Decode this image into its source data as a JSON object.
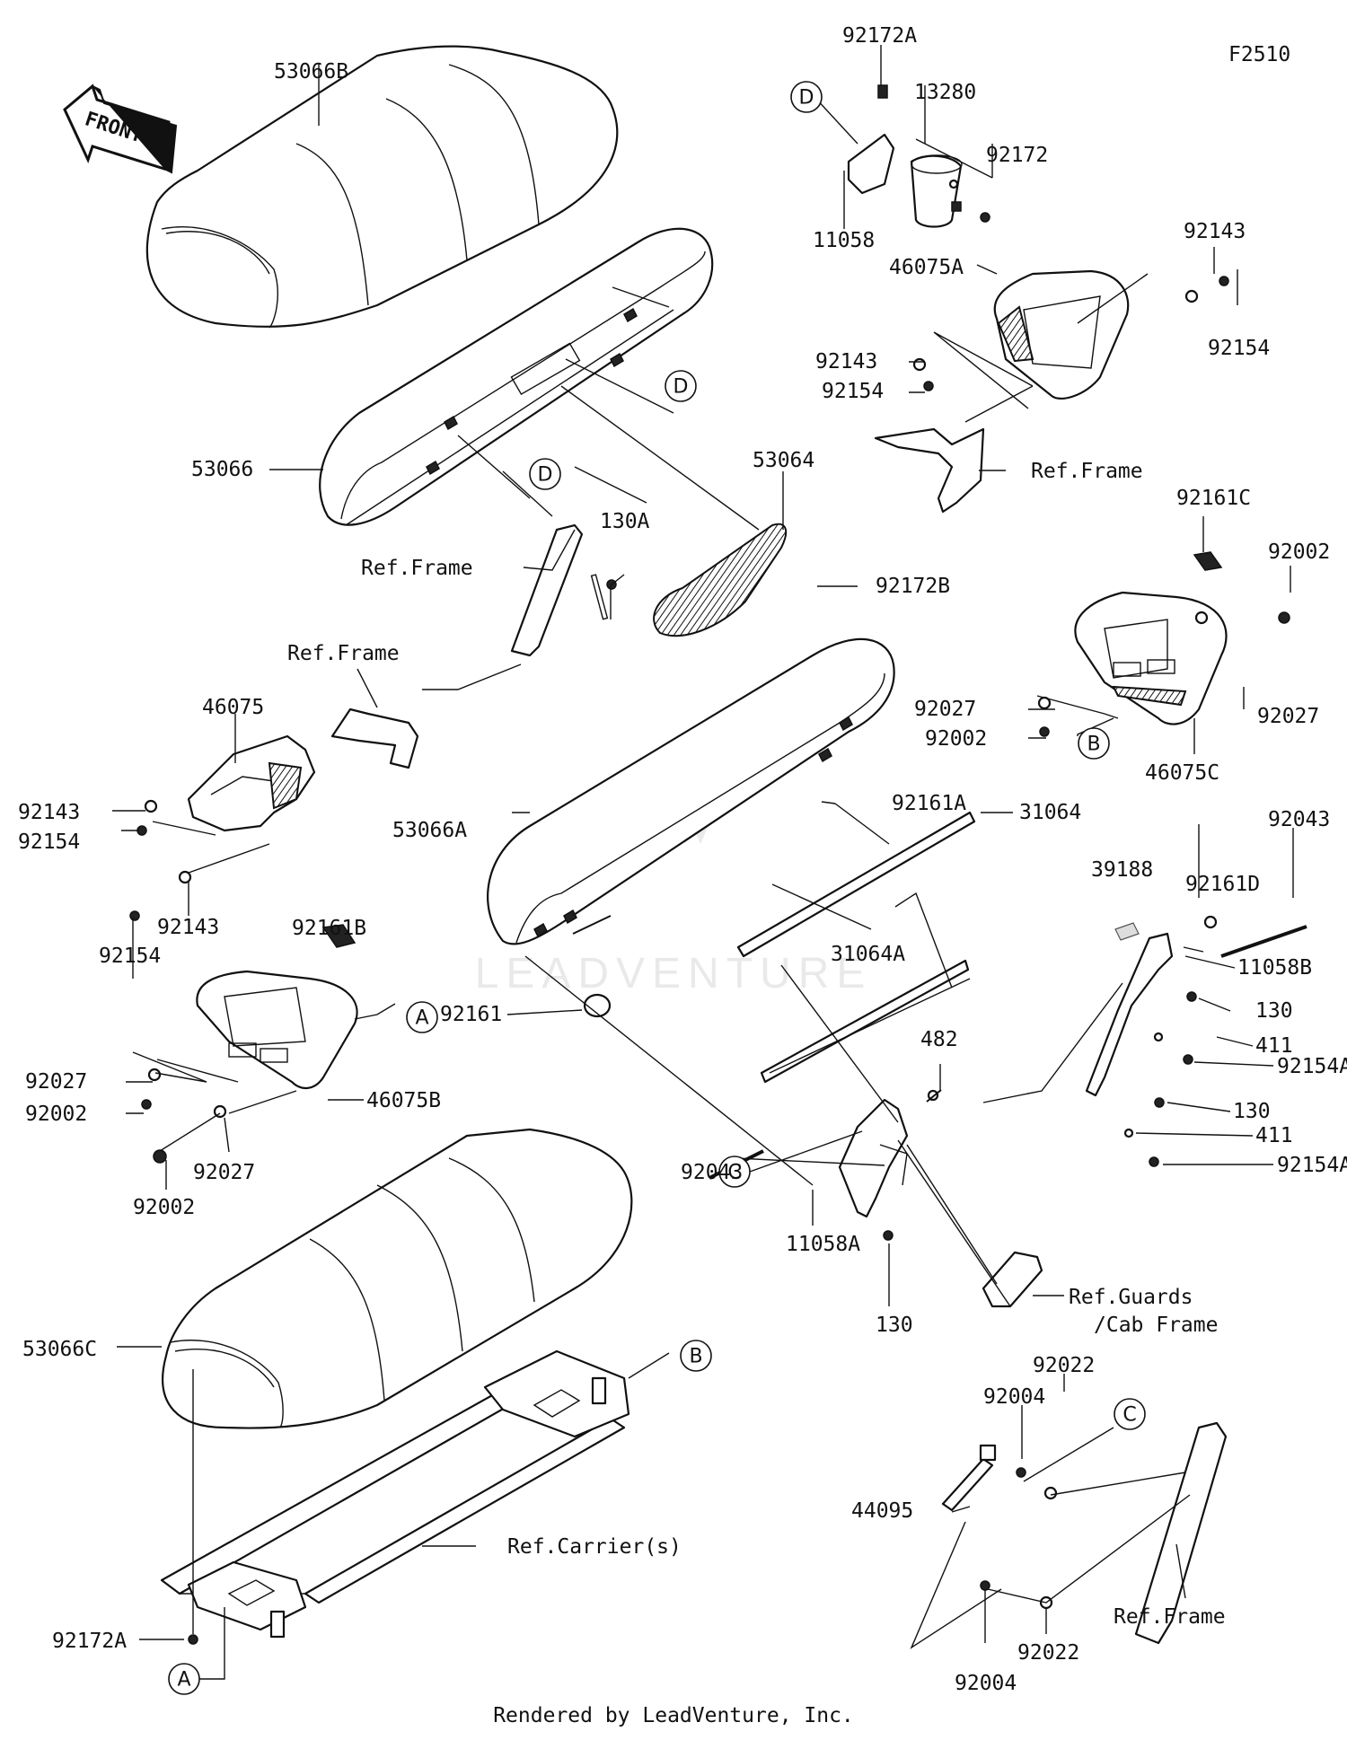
{
  "diagram": {
    "id": "F2510",
    "front_arrow": "FRONT",
    "footer": "Rendered by LeadVenture, Inc.",
    "watermark": "LEADVENTURE"
  },
  "labels": {
    "p53066B": "53066B",
    "p92172A_top": "92172A",
    "p13280": "13280",
    "p92172": "92172",
    "p11058": "11058",
    "p92143_r1": "92143",
    "p92154_r1": "92154",
    "p46075A": "46075A",
    "p92143_r2": "92143",
    "p92154_r2": "92154",
    "ref_frame_1": "Ref.Frame",
    "p53066": "53066",
    "p53064": "53064",
    "ref_frame_2": "Ref.Frame",
    "p130A": "130A",
    "p92172B": "92172B",
    "p92161C": "92161C",
    "p92002_r": "92002",
    "p92027_r": "92027",
    "p92027_r2": "92027",
    "p92002_r2": "92002",
    "p46075C": "46075C",
    "ref_frame_3": "Ref.Frame",
    "p46075": "46075",
    "p92143_l1": "92143",
    "p92154_l1": "92154",
    "p92143_l2": "92143",
    "p92154_l2": "92154",
    "p53066A": "53066A",
    "p92161A": "92161A",
    "p31064": "31064",
    "p92043_r": "92043",
    "p39188": "39188",
    "p92161D": "92161D",
    "p92161B": "92161B",
    "p11058B": "11058B",
    "p130_1": "130",
    "p31064A": "31064A",
    "p92161": "92161",
    "p411_1": "411",
    "p92154A_1": "92154A",
    "p482": "482",
    "p130_2": "130",
    "p411_2": "411",
    "p92154A_2": "92154A",
    "p92027_l1": "92027",
    "p92002_l1": "92002",
    "p46075B": "46075B",
    "p92027_l2": "92027",
    "p92002_l2": "92002",
    "p92043_l": "92043",
    "p11058A": "11058A",
    "p130_3": "130",
    "ref_guards": "Ref.Guards",
    "ref_cab": "/Cab Frame",
    "p53066C": "53066C",
    "p92022_1": "92022",
    "p92004_1": "92004",
    "p44095": "44095",
    "ref_carrier": "Ref.Carrier(s)",
    "p92172A_bot": "92172A",
    "ref_frame_4": "Ref.Frame",
    "p92022_2": "92022",
    "p92004_2": "92004"
  },
  "callouts": {
    "A": "A",
    "B": "B",
    "C": "C",
    "D": "D"
  }
}
